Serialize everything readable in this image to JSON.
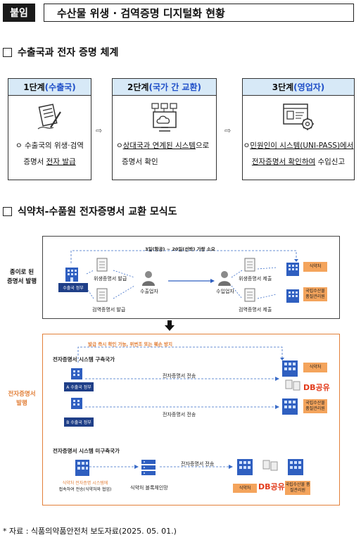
{
  "header": {
    "tag": "붙임",
    "title": "수산물 위생 · 검역증명 디지털화 현황"
  },
  "section1": {
    "title": "수출국과 전자 증명 체계"
  },
  "stages": [
    {
      "label_a": "1단계",
      "label_b": "(수출국)",
      "lines": [
        [
          "ㅇ 수출국의 위생·검역",
          ""
        ],
        [
          "증명서 ",
          "전자 발급"
        ]
      ]
    },
    {
      "label_a": "2단계",
      "label_b": "(국가 간 교환)",
      "lines": [
        [
          "ㅇ",
          "상대국과 연계된 시스템",
          "으로"
        ],
        [
          "증명서 확인",
          "",
          ""
        ]
      ]
    },
    {
      "label_a": "3단계",
      "label_b": "(영업자)",
      "lines": [
        [
          "ㅇ",
          "민원인이 시스템(UNI-PASS)에서",
          ""
        ],
        [
          "전자증명서 확인하여",
          " 수입신고",
          ""
        ]
      ]
    }
  ],
  "arrow_glyph": "⇨",
  "section2": {
    "title": "식약처-수품원 전자증명서 교환 모식도"
  },
  "top": {
    "side_label_1": "종이로 된",
    "side_label_2": "증명서 발행",
    "time_note": "3일(항공) ~ 20일(선박) 가량 소요",
    "exporter_gov": "수출국 정부",
    "hygiene_issue": "위생증명서 발급",
    "quarantine_issue": "검역증명서 발급",
    "exporter": "수출업자",
    "importer": "수입업자",
    "hygiene_submit": "위생증명서 제출",
    "quarantine_submit": "검역증명서 제출",
    "mfds": "식약처",
    "nfqs": "국립수산물 품질관리원"
  },
  "bottom": {
    "side_label_1": "전자증명서",
    "side_label_2": "발행",
    "note": "발급 즉시 확인 가능, 위변조 또는 훼손 방지",
    "built_title": "전자증명서 시스템 구축국가",
    "gov_a": "A 수출국 정부",
    "gov_b": "B 수출국 정부",
    "transfer": "전자증명서 전송",
    "mfds": "식약처",
    "nfqs": "국립수산물 품질관리원",
    "db_share": "DB공유",
    "unbuilt_title": "전자증명서 시스템 미구축국가",
    "unbuilt_desc_1": "식약처 전자증명 시스템에",
    "unbuilt_desc_2": "접속하여 전송(식약처와 협업)",
    "blockchain": "식약처 블록체인망"
  },
  "source": "* 자료 : 식품의약품안전처 보도자료(2025. 05. 01.)"
}
